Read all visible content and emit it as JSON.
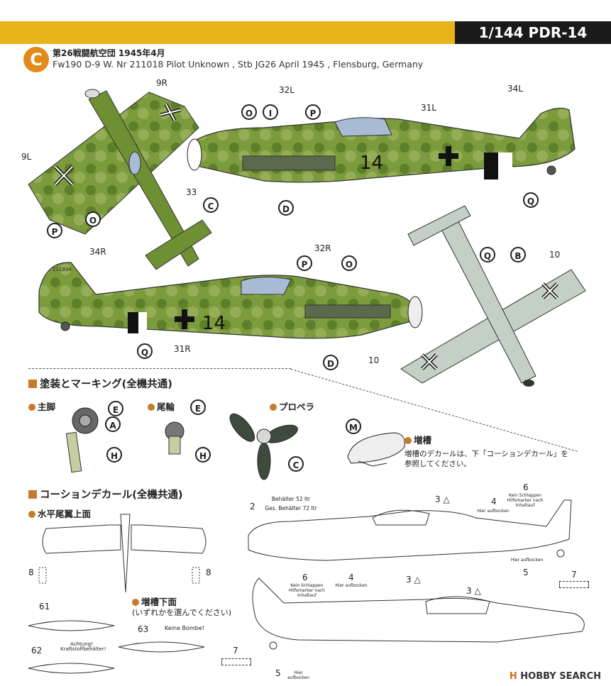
{
  "header": {
    "code": "1/144 PDR-14"
  },
  "section": {
    "letter": "C",
    "unit_title": "第26戦闘航空団 1945年4月",
    "aircraft": "Fw190 D-9 W. Nr 211018 Pilot Unknown , Stb JG26 April 1945 , Flensburg, Germany"
  },
  "callouts": {
    "O": "O",
    "I": "I",
    "P": "P",
    "C": "C",
    "D": "D",
    "Q": "Q",
    "B": "B",
    "E": "E",
    "A": "A",
    "H": "H",
    "M": "M"
  },
  "part_numbers": {
    "n9R": "9R",
    "n9L": "9L",
    "n32L": "32L",
    "n31L": "31L",
    "n34L": "34L",
    "n33": "33",
    "n34R": "34R",
    "n32R": "32R",
    "n31R": "31R",
    "n10": "10"
  },
  "fuselage_code": "14",
  "werknummer": "211934",
  "painting": {
    "heading": "塗装とマーキング(全機共通)",
    "main_gear": "主脚",
    "tail_wheel": "尾輪",
    "propeller": "プロペラ",
    "drop_tank": "増槽",
    "drop_tank_note": "増槽のデカールは、下「コーションデカール」を参照してください。"
  },
  "caution": {
    "heading": "コーションデカール(全機共通)",
    "tailplane": "水平尾翼上面",
    "tank_underside": "増槽下面",
    "tank_note": "(いずれかを選んでください)",
    "d61": "61",
    "d62": "62",
    "d63": "63",
    "d62_text": "Achtung! Kraftstoffbehälter!",
    "d63_text": "Keine Bombe!",
    "d2_text1": "Behälter 52 ltr",
    "d2_text2": "Ges. Behälter 72 ltr",
    "d6_text": "Kein Schlappen Hilfsmarker nach Inhaltauf",
    "d4_text": "Hier aufbocken",
    "d5_text": "Hier aufbocken",
    "n2": "2",
    "n3": "3",
    "n4": "4",
    "n5": "5",
    "n6": "6",
    "n7": "7",
    "n8": "8"
  },
  "watermark": {
    "hobby": "HOBBY",
    "search": "SEARCH",
    "prefix": "H"
  }
}
